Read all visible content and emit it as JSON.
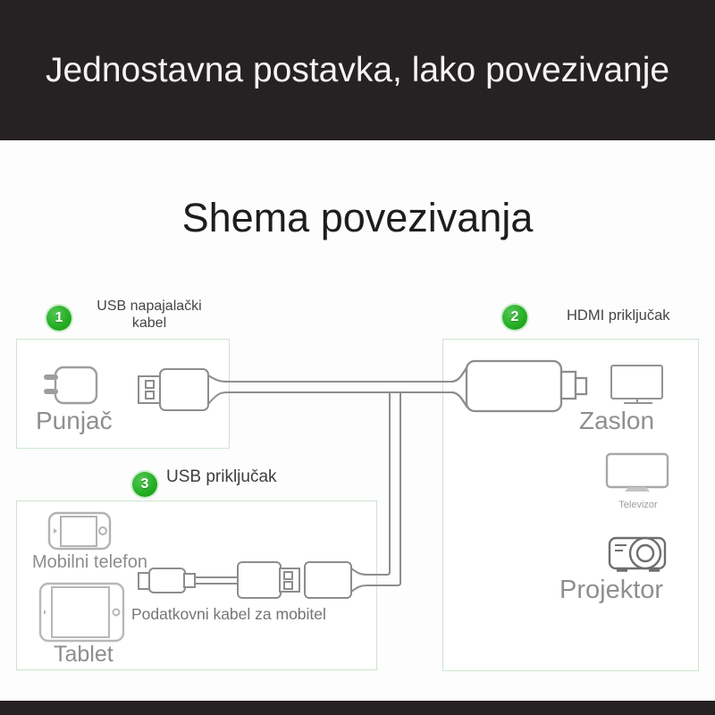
{
  "banner": {
    "text": "Jednostavna postavka, lako povezivanje"
  },
  "title": {
    "text": "Shema povezivanja"
  },
  "steps": [
    {
      "number": "1",
      "label": "USB napajalački kabel"
    },
    {
      "number": "2",
      "label": "HDMI priključak"
    },
    {
      "number": "3",
      "label": "USB priključak"
    }
  ],
  "labels": {
    "charger": "Punjač",
    "screen": "Zaslon",
    "tv": "Televizor",
    "projector": "Projektor",
    "phone": "Mobilni telefon",
    "data_cable": "Podatkovni kabel za mobitel",
    "tablet": "Tablet"
  },
  "icons": [
    "charger-icon",
    "usb-plug-icon",
    "hdmi-adapter-icon",
    "monitor-icon",
    "tv-icon",
    "projector-icon",
    "phone-icon",
    "tablet-icon",
    "micro-usb-cable-icon",
    "usb-female-icon"
  ],
  "colors": {
    "accent_green": "#2db42d",
    "banner_bg": "#262223",
    "box_border": "#cfe4cf",
    "cable_stroke": "#8d8d8d",
    "title_text": "#1d1d1d",
    "caption_text": "#8f8f8f"
  }
}
